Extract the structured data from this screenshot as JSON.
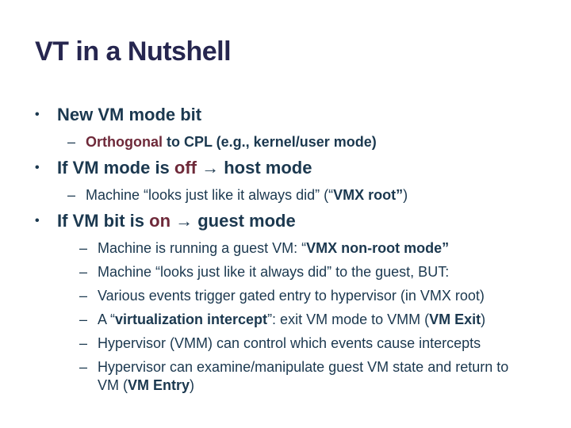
{
  "slide": {
    "title": "VT in a Nutshell",
    "colors": {
      "background": "#ffffff",
      "title": "#26264f",
      "body": "#1b384f",
      "accent": "#6e2939"
    },
    "markers": {
      "main": "•",
      "sub": "–"
    },
    "bullets": [
      {
        "level": "main",
        "runs": [
          {
            "text": "New VM mode bit"
          }
        ]
      },
      {
        "level": "sub",
        "indent": "a",
        "runs": [
          {
            "text": "Orthogonal",
            "bold": true,
            "color": "maroon"
          },
          {
            "text": " to CPL (e.g., kernel/user mode)",
            "bold": true
          }
        ]
      },
      {
        "level": "main",
        "runs": [
          {
            "text": "If VM mode is "
          },
          {
            "text": "off",
            "color": "maroon"
          },
          {
            "text": " → host mode"
          }
        ]
      },
      {
        "level": "sub",
        "indent": "a",
        "runs": [
          {
            "text": "Machine “looks just like it always did” (“"
          },
          {
            "text": "VMX root”",
            "bold": true
          },
          {
            "text": ")"
          }
        ]
      },
      {
        "level": "main",
        "runs": [
          {
            "text": "If VM bit is "
          },
          {
            "text": "on",
            "color": "maroon"
          },
          {
            "text": " → guest mode"
          }
        ]
      },
      {
        "level": "sub",
        "indent": "b",
        "runs": [
          {
            "text": "Machine is running a guest VM: “"
          },
          {
            "text": "VMX non-root mode”",
            "bold": true
          }
        ]
      },
      {
        "level": "sub",
        "indent": "b",
        "runs": [
          {
            "text": "Machine “looks just like it always did” to the guest, BUT:"
          }
        ]
      },
      {
        "level": "sub",
        "indent": "b",
        "runs": [
          {
            "text": "Various events trigger gated entry to hypervisor (in VMX root)"
          }
        ]
      },
      {
        "level": "sub",
        "indent": "b",
        "runs": [
          {
            "text": "A “"
          },
          {
            "text": "virtualization intercept",
            "bold": true
          },
          {
            "text": "”: exit VM mode to VMM ("
          },
          {
            "text": "VM Exit",
            "bold": true
          },
          {
            "text": ")"
          }
        ]
      },
      {
        "level": "sub",
        "indent": "b",
        "runs": [
          {
            "text": "Hypervisor (VMM) can control which events cause intercepts"
          }
        ]
      },
      {
        "level": "sub",
        "indent": "b",
        "runs": [
          {
            "text": "Hypervisor can examine/manipulate guest VM state and return to\nVM ("
          },
          {
            "text": "VM Entry",
            "bold": true
          },
          {
            "text": ")"
          }
        ]
      }
    ]
  }
}
